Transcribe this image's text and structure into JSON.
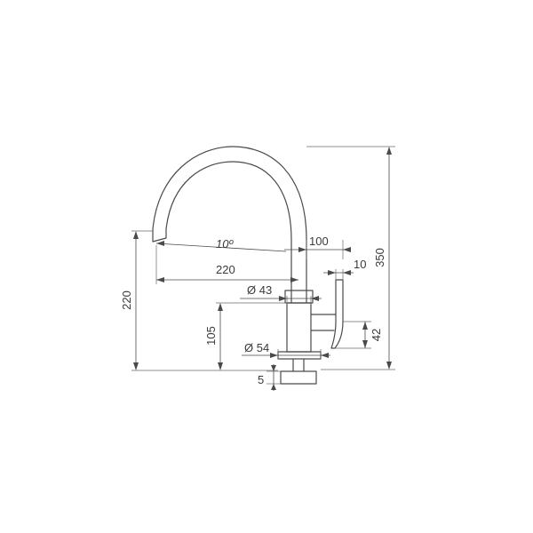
{
  "dimensions": {
    "height_total": "350",
    "angle": "10º",
    "reach_100": "100",
    "reach_220": "220",
    "offset_10": "10",
    "diameter_43": "Ø 43",
    "handle_42": "42",
    "spout_height_220": "220",
    "body_height_105": "105",
    "diameter_54": "Ø 54",
    "thickness_5": "5"
  }
}
